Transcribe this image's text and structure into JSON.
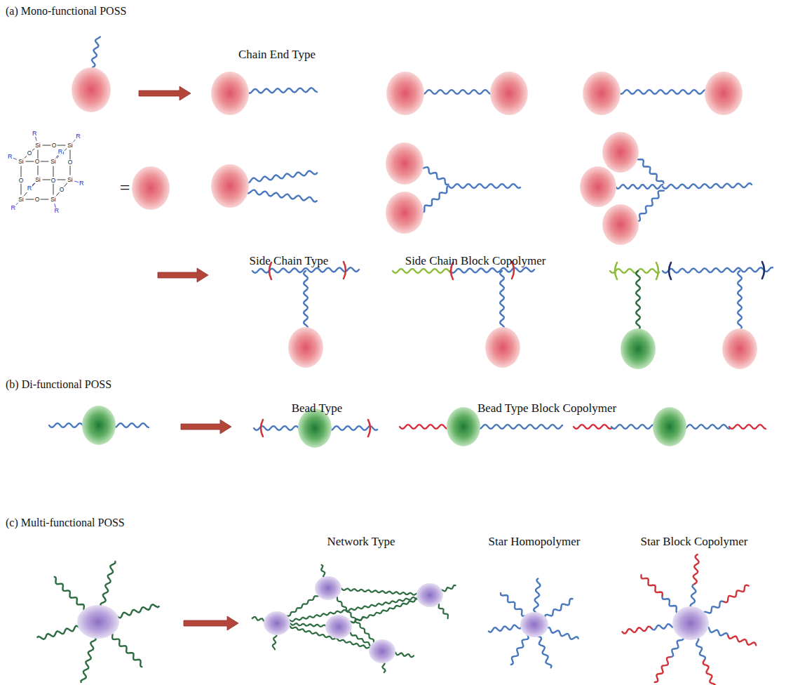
{
  "diagram": {
    "labels": [
      "(a) Mono-functional POSS",
      "Chain End Type",
      "Side Chain Type",
      "Side Chain Block Copolymer",
      "(b) Di-functional POSS",
      "Bead Type",
      "Bead Type Block Copolymer",
      "(c) Multi-functional POSS",
      "Network Type",
      "Star Homopolymer",
      "Star Block Copolymer",
      "=",
      "Si",
      "Si",
      "Si",
      "Si",
      "Si",
      "Si",
      "Si",
      "Si",
      "O",
      "O",
      "O",
      "O",
      "O",
      "O",
      "O",
      "O",
      "O",
      "O",
      "O",
      "O",
      "R",
      "R",
      "R",
      "R",
      "R",
      "R",
      "R",
      "R"
    ]
  }
}
